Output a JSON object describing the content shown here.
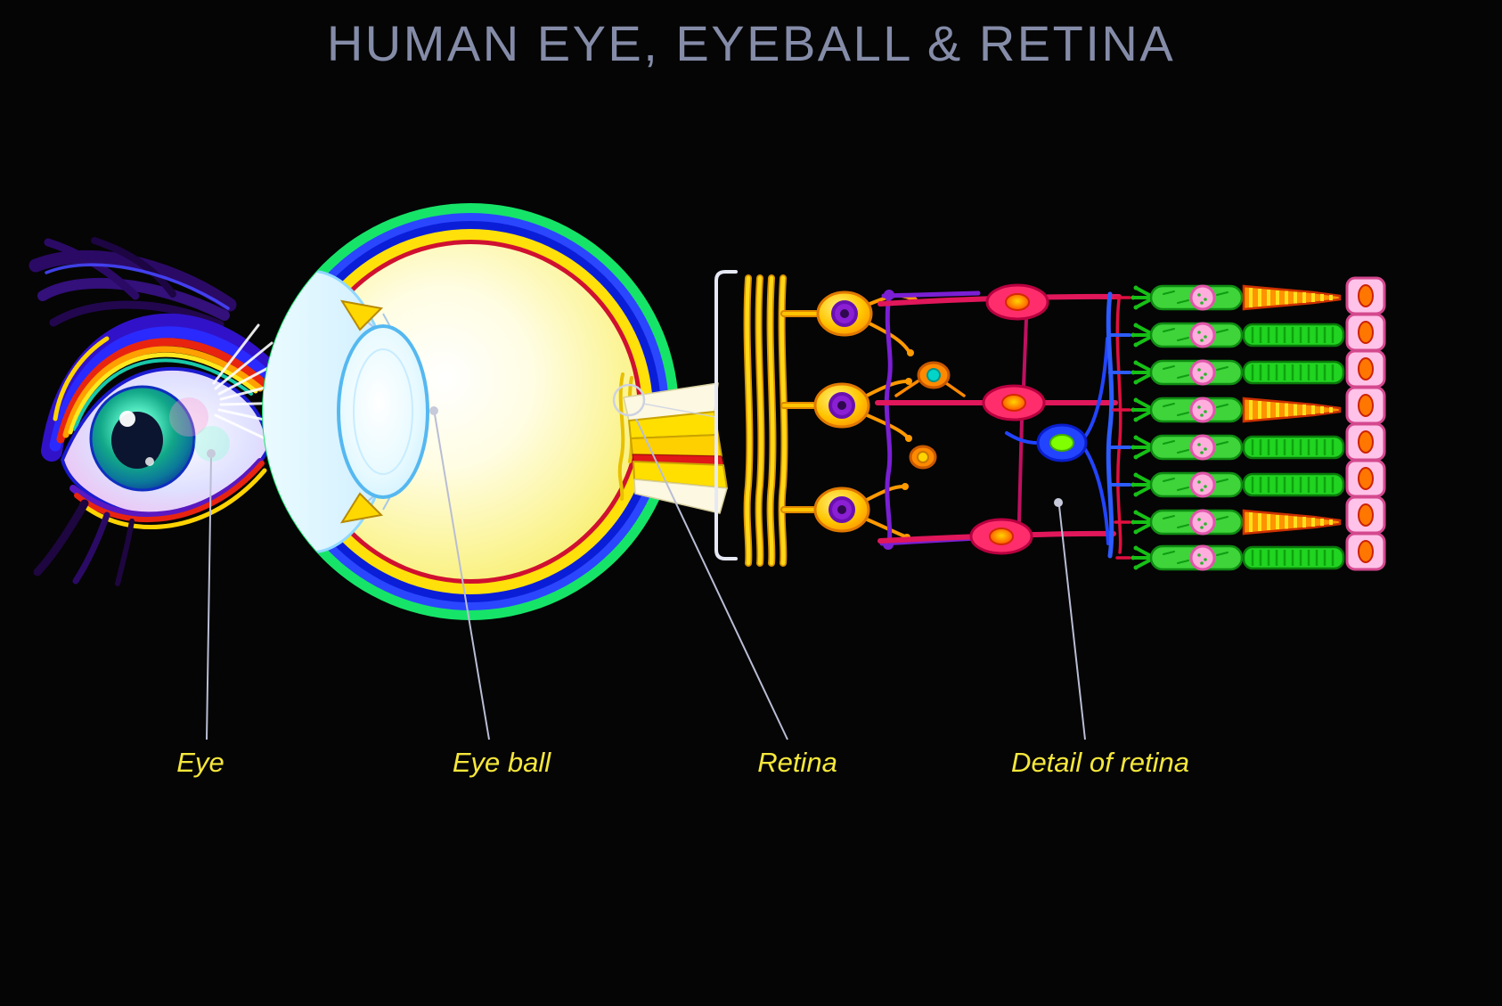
{
  "title": "HUMAN EYE, EYEBALL & RETINA",
  "labels": {
    "eye": "Eye",
    "eyeball": "Eye ball",
    "retina": "Retina",
    "detail_of_retina": "Detail of retina"
  },
  "colors": {
    "background": "#050505",
    "title_text": "#858ca8",
    "label_text": "#f5e73b",
    "leader_line": "#b9bdd4",
    "sclera_green": "#16e468",
    "choroid_blue": "#2b46ff",
    "retina_yellow": "#ffe00a",
    "membrane_red": "#d01030",
    "vitreous_yellow": "#fbf494",
    "ganglion_cell_orange": "#ffc400",
    "ganglion_nucleus_purple": "#8a1fd4",
    "bipolar_cell_crimson": "#ff2d6b",
    "amacrine_orange": "#ff8a00",
    "horizontal_cell_blue": "#2244ff",
    "photoreceptor_green": "#21d421",
    "cone_orange": "#ff9300",
    "nucleus_pink": "#ffaede",
    "epithelium_pink": "#ffc2e8"
  }
}
